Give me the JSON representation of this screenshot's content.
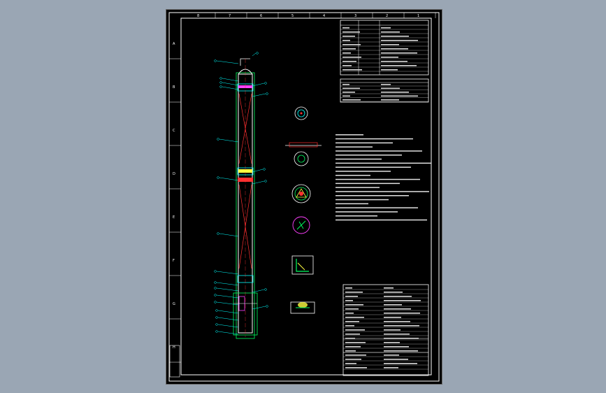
{
  "viewer": {
    "background_color": "#9aa6b4",
    "sheet_background": "#000000",
    "line_colors": {
      "frame": "#ffffff",
      "vessel": "#ffffff",
      "leader": "#00ffff",
      "inner": "#ff3030",
      "outer": "#00ff60",
      "magenta": "#ff40ff",
      "yellow": "#ffff40"
    }
  },
  "drawing": {
    "icons": [
      "column-vessel-drawing",
      "detail-view",
      "title-block"
    ],
    "border_numbers_top": [
      "8",
      "7",
      "6",
      "5",
      "4",
      "3",
      "2",
      "1"
    ],
    "border_letters_side": [
      "A",
      "B",
      "C",
      "D",
      "E",
      "F",
      "G",
      "H"
    ]
  }
}
